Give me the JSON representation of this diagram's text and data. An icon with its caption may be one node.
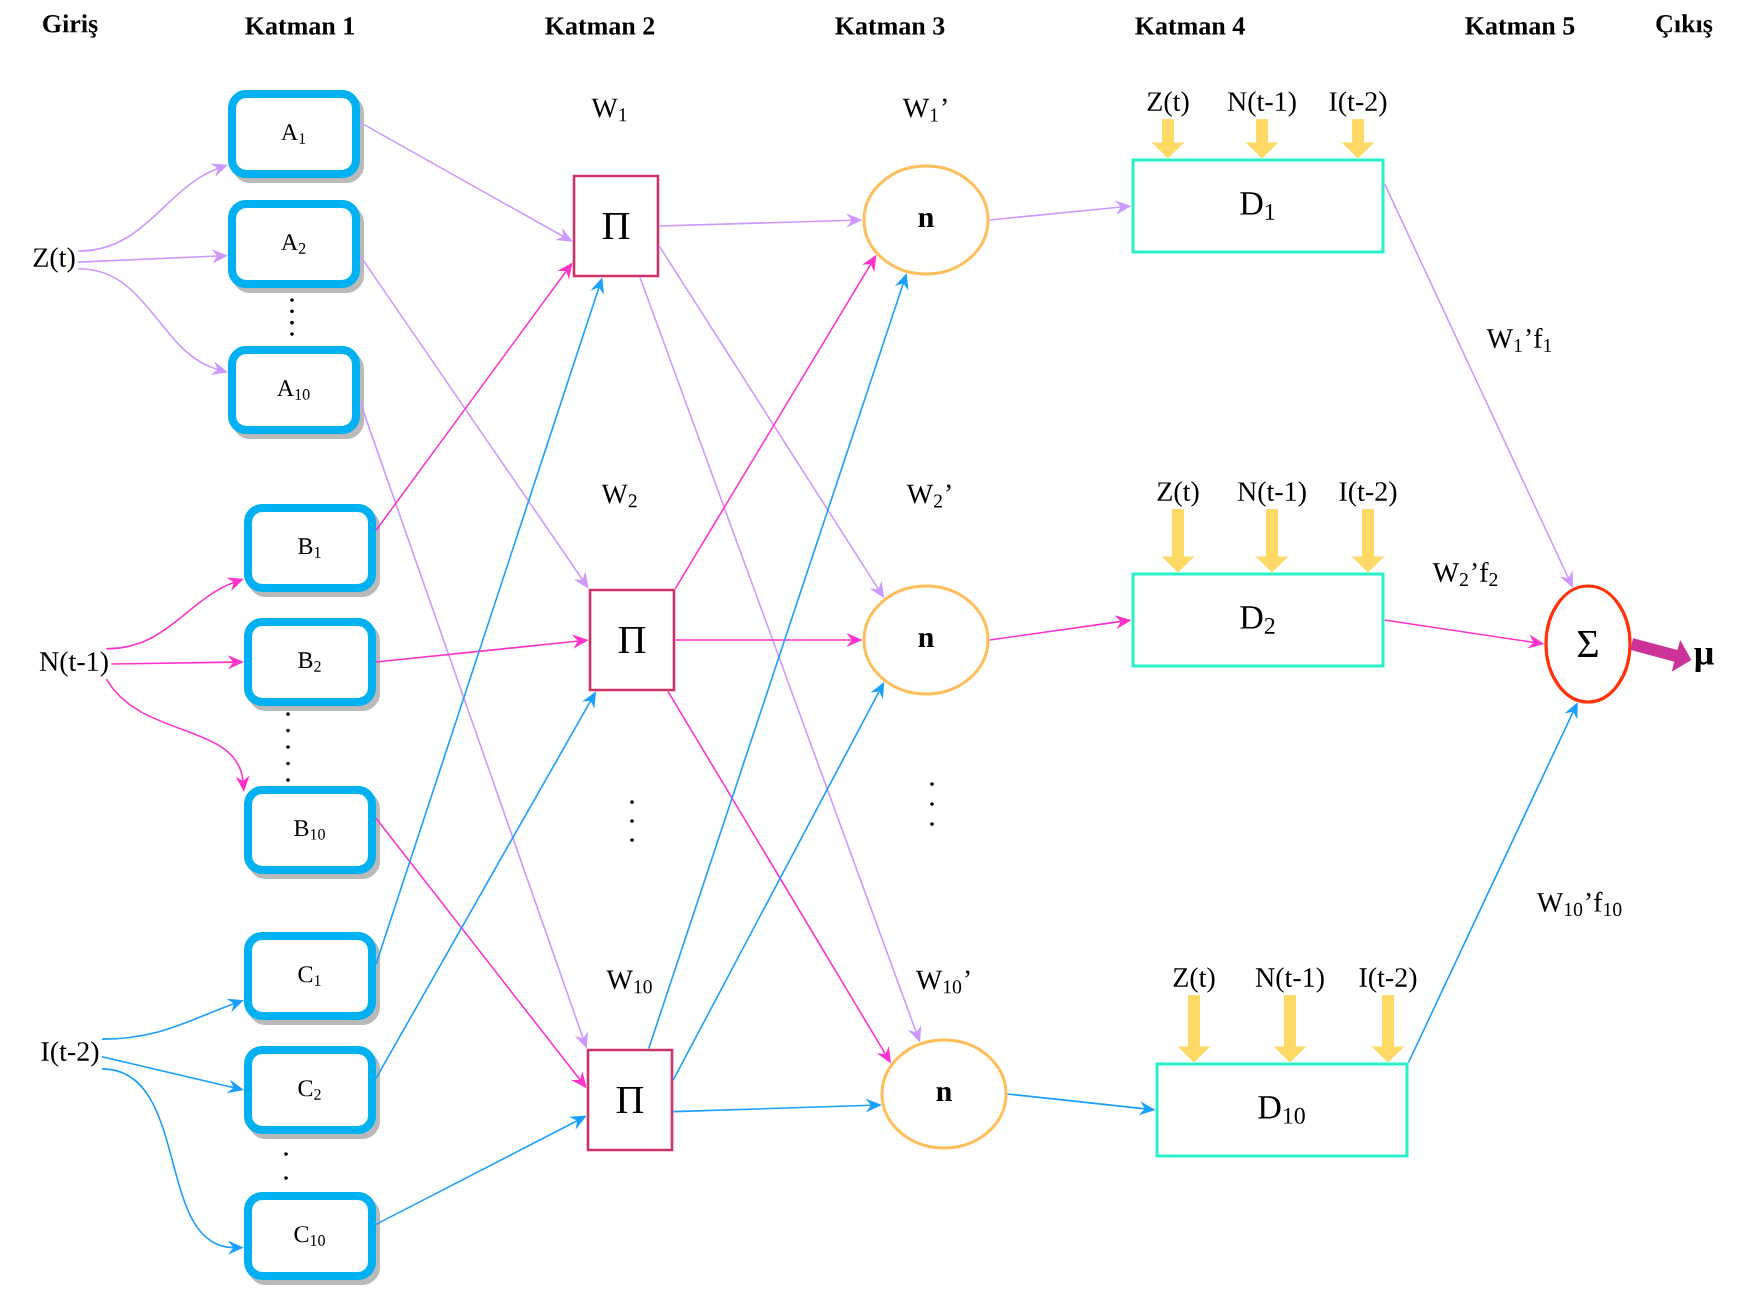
{
  "diagram": {
    "nodes": [
      {
        "text": [
          "Z(t)"
        ]
      },
      {
        "text": [
          "N(t-1)"
        ]
      },
      {
        "text": [
          "I(t-2)"
        ]
      },
      {
        "text": [
          "A$_{1}$"
        ]
      },
      {
        "text": [
          "A$_{2}$"
        ]
      },
      {
        "text": [
          "A$_{10}$"
        ]
      },
      {
        "text": [
          "B$_{1}$"
        ]
      },
      {
        "text": [
          "B$_{2}$"
        ]
      },
      {
        "text": [
          "B$_{10}$"
        ]
      },
      {
        "text": [
          "C$_{1}$"
        ]
      },
      {
        "text": [
          "C$_{2}$"
        ]
      },
      {
        "text": [
          "C$_{10}$"
        ]
      },
      {
        "text": [
          "Π"
        ],
        "beside": [
          "W$_{1}$"
        ]
      },
      {
        "text": [
          "Π"
        ],
        "beside": [
          "W$_{2}$"
        ]
      },
      {
        "text": [
          "Π"
        ],
        "beside": [
          "W$_{10}$"
        ]
      },
      {
        "text": [
          "n"
        ],
        "beside": [
          "W$_{1}$’"
        ]
      },
      {
        "text": [
          "n"
        ],
        "beside": [
          "W$_{2}$’"
        ]
      },
      {
        "text": [
          "n"
        ],
        "beside": [
          "W$_{10}$’"
        ]
      },
      {
        "text": [
          "D$_{1}$"
        ]
      },
      {
        "text": [
          "D$_{2}$"
        ]
      },
      {
        "text": [
          "D$_{10}$"
        ]
      },
      {
        "text": [
          "Σ"
        ]
      },
      {
        "text": [
          "μ"
        ]
      },
      {
        "text": [
          "Z(t)"
        ]
      },
      {
        "text": [
          "N(t-1)"
        ]
      },
      {
        "text": [
          "I(t-2)"
        ]
      },
      {
        "text": [
          "Z(t)"
        ]
      },
      {
        "text": [
          "N(t-1)"
        ]
      },
      {
        "text": [
          "I(t-2)"
        ]
      },
      {
        "text": [
          "Z(t)"
        ]
      },
      {
        "text": [
          "N(t-1)"
        ]
      },
      {
        "text": [
          "I(t-2)"
        ]
      }
    ],
    "edges": [
      {
        "from": 0,
        "to": 3,
        "arrow": "to",
        "color": "#cc99ff"
      },
      {
        "from": 0,
        "to": 4,
        "arrow": "to",
        "color": "#cc99ff"
      },
      {
        "from": 0,
        "to": 5,
        "arrow": "to",
        "color": "#cc99ff"
      },
      {
        "from": 1,
        "to": 6,
        "arrow": "to",
        "color": "#ff33cc"
      },
      {
        "from": 1,
        "to": 7,
        "arrow": "to",
        "color": "#ff33cc"
      },
      {
        "from": 1,
        "to": 8,
        "arrow": "to",
        "color": "#ff33cc"
      },
      {
        "from": 2,
        "to": 9,
        "arrow": "to",
        "color": "#1a9fff"
      },
      {
        "from": 2,
        "to": 10,
        "arrow": "to",
        "color": "#1a9fff"
      },
      {
        "from": 2,
        "to": 11,
        "arrow": "to",
        "color": "#1a9fff"
      },
      {
        "from": 3,
        "to": 12,
        "arrow": "to",
        "color": "#cc99ff"
      },
      {
        "from": 4,
        "to": 13,
        "arrow": "to",
        "color": "#cc99ff"
      },
      {
        "from": 5,
        "to": 14,
        "arrow": "to",
        "color": "#cc99ff"
      },
      {
        "from": 6,
        "to": 12,
        "arrow": "to",
        "color": "#ff33cc"
      },
      {
        "from": 7,
        "to": 13,
        "arrow": "to",
        "color": "#ff33cc"
      },
      {
        "from": 8,
        "to": 14,
        "arrow": "to",
        "color": "#ff33cc"
      },
      {
        "from": 9,
        "to": 12,
        "arrow": "to",
        "color": "#1a9fff"
      },
      {
        "from": 10,
        "to": 13,
        "arrow": "to",
        "color": "#1a9fff"
      },
      {
        "from": 11,
        "to": 14,
        "arrow": "to",
        "color": "#1a9fff"
      },
      {
        "from": 12,
        "to": 15,
        "arrow": "to",
        "color": "#cc99ff"
      },
      {
        "from": 12,
        "to": 16,
        "arrow": "to",
        "color": "#cc99ff"
      },
      {
        "from": 12,
        "to": 17,
        "arrow": "to",
        "color": "#cc99ff"
      },
      {
        "from": 13,
        "to": 15,
        "arrow": "to",
        "color": "#ff33cc"
      },
      {
        "from": 13,
        "to": 16,
        "arrow": "to",
        "color": "#ff33cc"
      },
      {
        "from": 13,
        "to": 17,
        "arrow": "to",
        "color": "#ff33cc"
      },
      {
        "from": 14,
        "to": 15,
        "arrow": "to",
        "color": "#1a9fff"
      },
      {
        "from": 14,
        "to": 16,
        "arrow": "to",
        "color": "#1a9fff"
      },
      {
        "from": 14,
        "to": 17,
        "arrow": "to",
        "color": "#1a9fff"
      },
      {
        "from": 15,
        "to": 18,
        "arrow": "to",
        "color": "#cc99ff"
      },
      {
        "from": 16,
        "to": 19,
        "arrow": "to",
        "color": "#ff33cc"
      },
      {
        "from": 17,
        "to": 20,
        "arrow": "to",
        "color": "#1a9fff"
      },
      {
        "from": 18,
        "to": 21,
        "arrow": "to",
        "color": "#cc99ff",
        "label": "W$_{1}$’f$_{1}$"
      },
      {
        "from": 19,
        "to": 21,
        "arrow": "to",
        "color": "#ff33cc",
        "label": "W$_{2}$’f$_{2}$"
      },
      {
        "from": 20,
        "to": 21,
        "arrow": "to",
        "color": "#1a9fff",
        "label": "W$_{10}$’f$_{10}$"
      },
      {
        "from": 21,
        "to": 22,
        "arrow": "to",
        "style": "thick",
        "color": "#cc3399"
      },
      {
        "from": 23,
        "to": 18,
        "arrow": "to",
        "style": "thick",
        "color": "#ffd966"
      },
      {
        "from": 24,
        "to": 18,
        "arrow": "to",
        "style": "thick",
        "color": "#ffd966"
      },
      {
        "from": 25,
        "to": 18,
        "arrow": "to",
        "style": "thick",
        "color": "#ffd966"
      },
      {
        "from": 26,
        "to": 19,
        "arrow": "to",
        "style": "thick",
        "color": "#ffd966"
      },
      {
        "from": 27,
        "to": 19,
        "arrow": "to",
        "style": "thick",
        "color": "#ffd966"
      },
      {
        "from": 28,
        "to": 19,
        "arrow": "to",
        "style": "thick",
        "color": "#ffd966"
      },
      {
        "from": 29,
        "to": 20,
        "arrow": "to",
        "style": "thick",
        "color": "#ffd966"
      },
      {
        "from": 30,
        "to": 20,
        "arrow": "to",
        "style": "thick",
        "color": "#ffd966"
      },
      {
        "from": 31,
        "to": 20,
        "arrow": "to",
        "style": "thick",
        "color": "#ffd966"
      }
    ],
    "labels": [
      "Giriş",
      "Katman 1",
      "Katman 2",
      "Katman 3",
      "Katman 4",
      "Katman 5",
      "Çıkış"
    ]
  }
}
